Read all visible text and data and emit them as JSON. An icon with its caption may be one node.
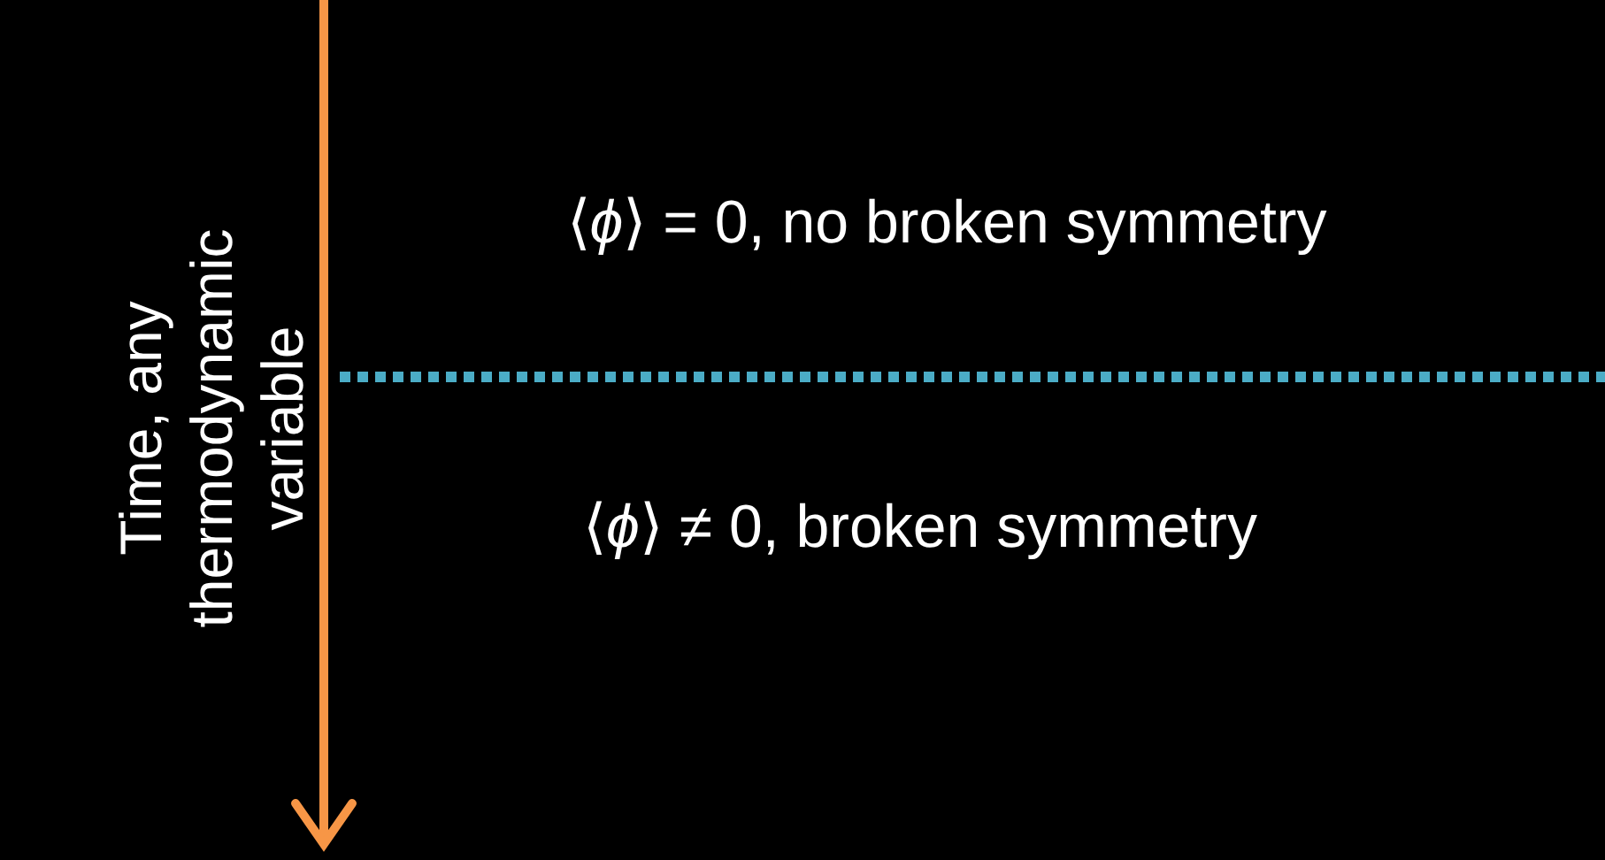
{
  "diagram": {
    "labels": [
      "Time, any thermodynamic variable",
      "⟨*ϕ*⟩ = 0, no broken symmetry",
      "⟨*ϕ*⟩ ≠ 0, broken symmetry"
    ]
  }
}
